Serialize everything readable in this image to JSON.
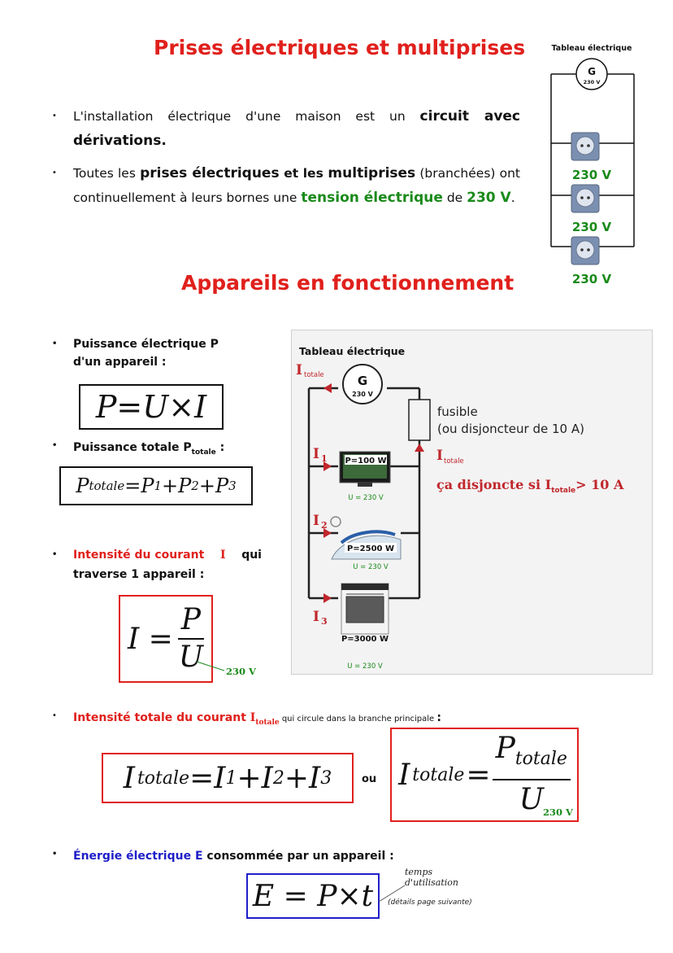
{
  "title1": "Prises électriques et multiprises",
  "title2": "Appareils en fonctionnement",
  "side_panel": {
    "header": "Tableau électrique",
    "gen_letter": "G",
    "gen_voltage": "230 V",
    "outlet_labels": [
      "230 V",
      "230 V",
      "230 V"
    ]
  },
  "intro": {
    "p1_a": "L'installation électrique d'une maison est un ",
    "p1_b": "circuit avec dérivations.",
    "p2_a": "Toutes les ",
    "p2_b": "prises électriques",
    "p2_c": " et les ",
    "p2_d": "multiprises",
    "p2_e": " (branchées) ont continuellement à leurs bornes une ",
    "p2_f": "tension électrique",
    "p2_g": " de ",
    "p2_h": "230 V",
    "p2_i": "."
  },
  "left": {
    "b1_line1": "Puissance électrique P",
    "b1_line2": "d'un appareil :",
    "f1": "P=U×I",
    "b2_a": "Puissance totale P",
    "b2_sub": "totale",
    "b2_b": " :",
    "f2_p": "P",
    "f2_sub": "totale",
    "f2_rest": "=P",
    "b3_a": "Intensité du courant ",
    "b3_b": "I",
    "b3_c": " qui",
    "b3_line2": "traverse 1 appareil :",
    "f3_i": "I =",
    "f3_num": "P",
    "f3_den": "U",
    "f3_note": "230 V"
  },
  "circuit": {
    "header": "Tableau électrique",
    "gen_letter": "G",
    "gen_voltage": "230 V",
    "i_total_left": "I",
    "i_total_left_sub": "totale",
    "fuse_line1": "fusible",
    "fuse_line2": "(ou disjoncteur de 10 A)",
    "i_total_right": "I",
    "i_total_right_sub": "totale",
    "trip_a": "ça disjoncte si I",
    "trip_sub": "totale",
    "trip_b": "> 10 A",
    "branches": [
      {
        "current": "I",
        "index": "1",
        "power": "P=100 W",
        "voltage": "U = 230 V"
      },
      {
        "current": "I",
        "index": "2",
        "power": "P=2500 W",
        "voltage": "U = 230 V"
      },
      {
        "current": "I",
        "index": "3",
        "power": "P=3000 W",
        "voltage": "U = 230 V"
      }
    ]
  },
  "bottom": {
    "b4_a": "Intensité totale du courant ",
    "b4_i": "I",
    "b4_sub": "totale",
    "b4_b": " qui circule dans la branche principale ",
    "b4_colon": ":",
    "ou": "ou",
    "f4_note": "230 V",
    "b5_a": "Énergie électrique E",
    "b5_b": " consommée par un appareil :",
    "f5": "E = P×t",
    "time_note1": "temps",
    "time_note2": "d'utilisation",
    "details": "(détails page suivante)"
  },
  "colors": {
    "red": "#e0201c",
    "green": "#1a8a1a",
    "blue": "#1f1fc8",
    "darkred": "#c0262b"
  }
}
